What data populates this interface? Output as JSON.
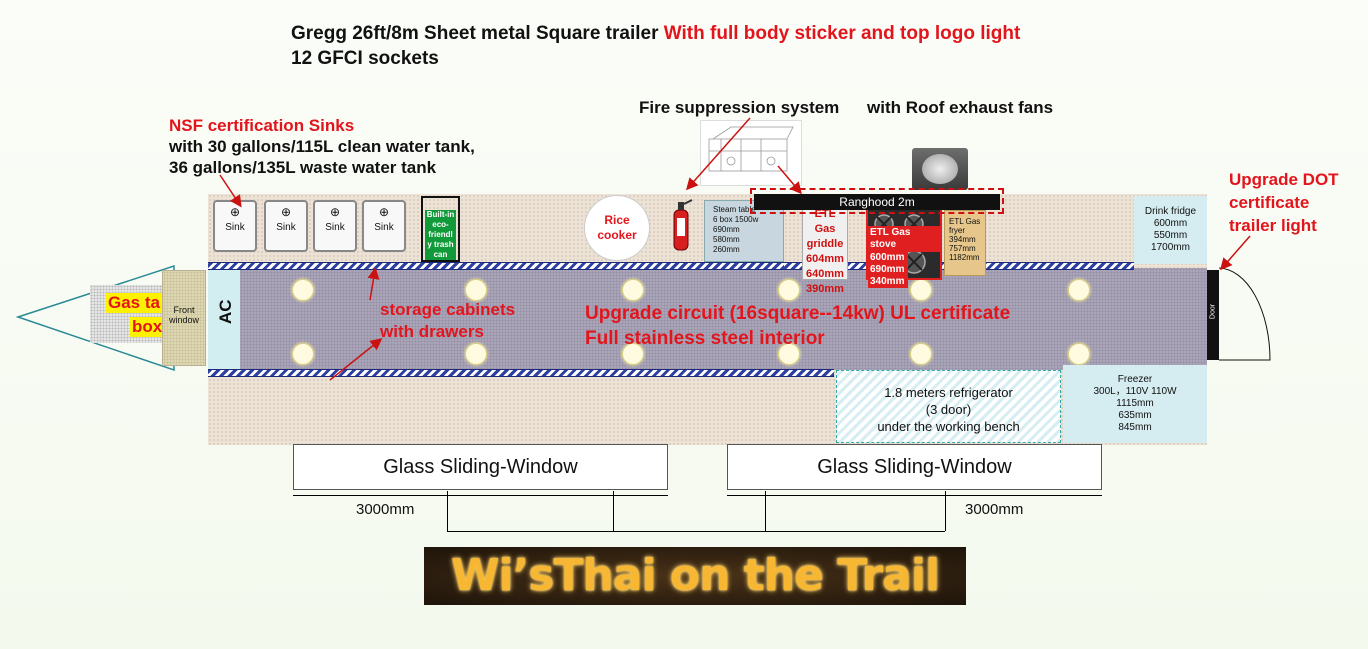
{
  "title": {
    "line1_black": "Gregg 26ft/8m Sheet metal Square trailer",
    "line1_red": "With full body sticker and top logo light",
    "line2": "12 GFCI sockets"
  },
  "sinks_note": {
    "heading": "NSF certification Sinks",
    "line1": "with 30 gallons/115L clean water tank,",
    "line2": "36 gallons/135L waste water tank"
  },
  "fire_suppression": "Fire suppression system",
  "roof_exhaust": "with Roof exhaust fans",
  "dot_note": [
    "Upgrade DOT",
    "certificate",
    "trailer light"
  ],
  "gas_tank_box": [
    "Gas ta",
    "box"
  ],
  "front_window": [
    "Front",
    "window"
  ],
  "ac": "AC",
  "sinks": [
    "Sink",
    "Sink",
    "Sink",
    "Sink"
  ],
  "trash_can": [
    "Built-in",
    "eco-",
    "friendl",
    "y trash",
    "can"
  ],
  "rice_cooker": [
    "Rice",
    "cooker"
  ],
  "steam_table": [
    "Steam table",
    "6 box 1500w",
    "690mm",
    "580mm",
    "260mm"
  ],
  "griddle": [
    "ETL Gas",
    "griddle",
    "604mm",
    "640mm",
    "390mm"
  ],
  "gas_stove": [
    "ETL Gas stove",
    "600mm",
    "690mm",
    "340mm"
  ],
  "fryer": [
    "ETL Gas",
    "fryer",
    "394mm",
    "757mm",
    "1182mm"
  ],
  "ranghood": "Ranghood 2m",
  "drink_fridge": [
    "Drink fridge",
    "600mm",
    "550mm",
    "1700mm"
  ],
  "door": "Door",
  "storage": [
    "storage cabinets",
    "with drawers"
  ],
  "circuit": [
    "Upgrade circuit  (16square--14kw) UL certificate",
    "Full stainless steel interior"
  ],
  "refrigerator": [
    "1.8 meters refrigerator",
    "(3 door)",
    "under the working bench"
  ],
  "freezer": [
    "Freezer",
    "300L，110V 110W",
    "1115mm",
    "635mm",
    "845mm"
  ],
  "window_left": "Glass Sliding-Window",
  "window_right": "Glass Sliding-Window",
  "dim_left": "3000mm",
  "dim_right": "3000mm",
  "sign": "Wi’sThai on the Trail",
  "colors": {
    "accent_red": "#e3151c",
    "sign_bg": "#2a1c10",
    "sign_text": "#f7b733"
  }
}
